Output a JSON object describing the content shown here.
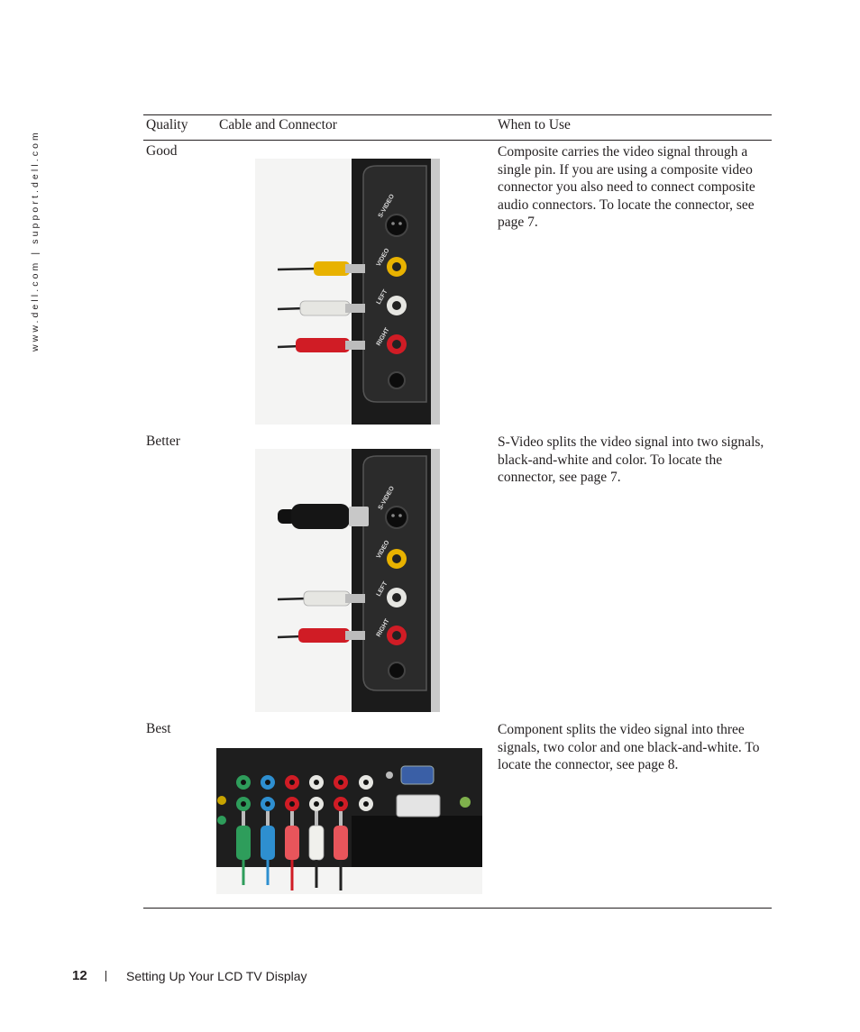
{
  "side_url": "www.dell.com | support.dell.com",
  "table": {
    "headers": [
      "Quality",
      "Cable and Connector",
      "When to Use"
    ],
    "rows": [
      {
        "quality": "Good",
        "description": "Composite carries the video signal through a single pin. If you are using a composite video connector you also need to connect composite audio connectors. To locate the connector, see page 7.",
        "photo_labels": [
          "S-VIDEO",
          "VIDEO",
          "LEFT",
          "RIGHT"
        ]
      },
      {
        "quality": "Better",
        "description": "S-Video splits the video signal into two signals, black-and-white and color. To locate the connector, see page 7.",
        "photo_labels": [
          "S-VIDEO",
          "VIDEO",
          "LEFT",
          "RIGHT"
        ]
      },
      {
        "quality": "Best",
        "description": "Component splits the video signal into three signals, two color and one black-and-white. To locate the connector, see page 8."
      }
    ]
  },
  "footer": {
    "page_number": "12",
    "title": "Setting Up Your LCD TV Display"
  },
  "colors": {
    "text": "#231f20",
    "composite_yellow": "#e8b200",
    "audio_white": "#e6e6e2",
    "audio_red": "#d01c25",
    "component_green": "#2e9d5b",
    "component_blue": "#2e8fd0",
    "panel_black": "#1b1b1b"
  }
}
